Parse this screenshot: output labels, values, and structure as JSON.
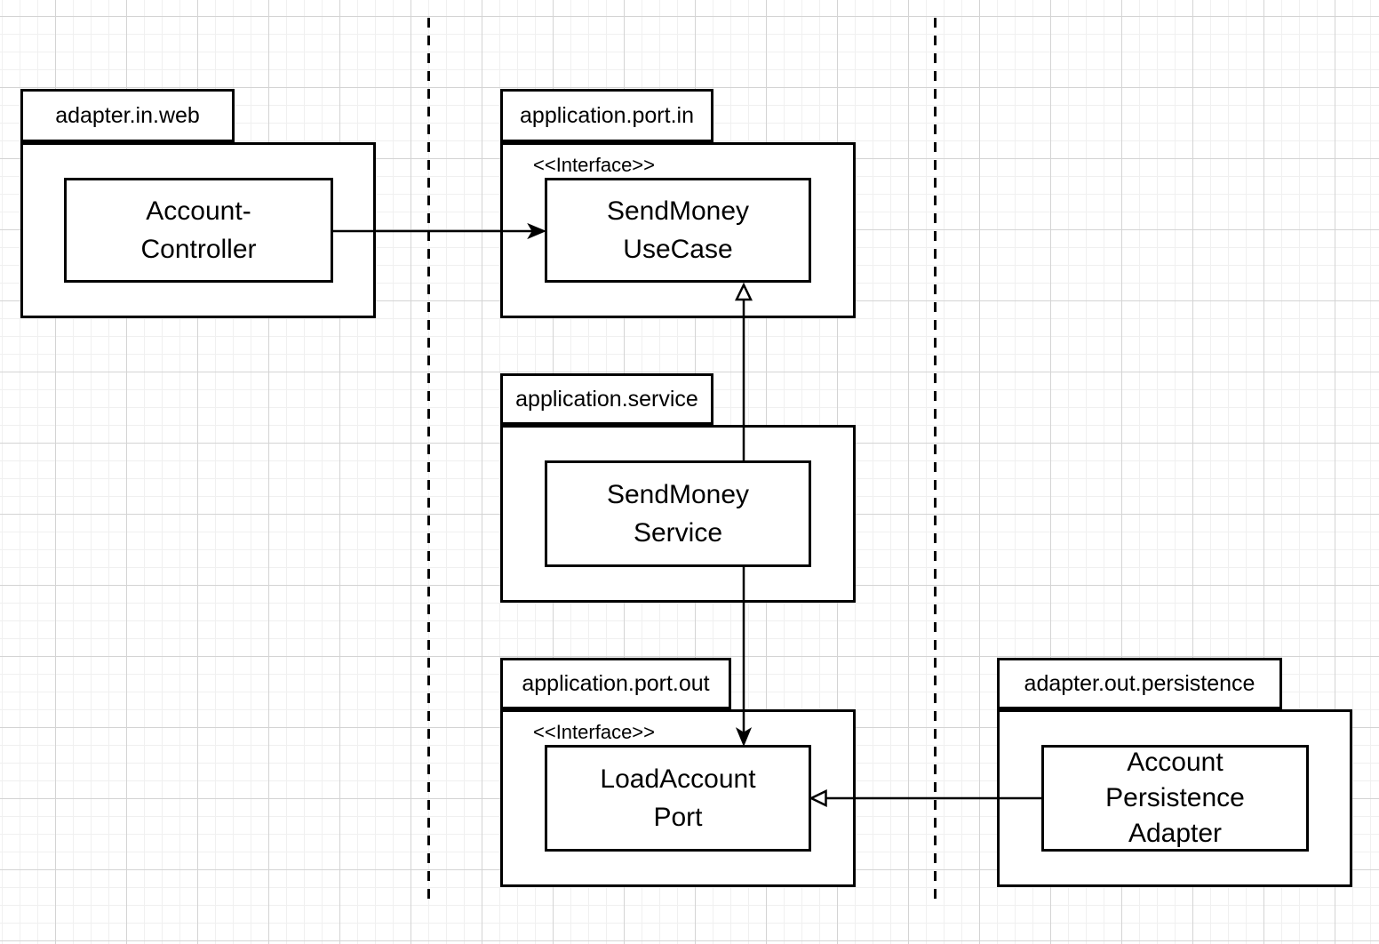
{
  "canvas": {
    "background": "#ffffff",
    "grid_minor_color": "#f0f0f0",
    "grid_major_color": "#d4d4d4",
    "line_color": "#000000"
  },
  "boundaries": [
    {
      "name": "left-layer-boundary",
      "style": "dashed-vertical"
    },
    {
      "name": "right-layer-boundary",
      "style": "dashed-vertical"
    }
  ],
  "packages": [
    {
      "label": "adapter.in.web",
      "node": {
        "line1": "Account-",
        "line2": "Controller"
      }
    },
    {
      "label": "application.port.in",
      "stereotype": "<<Interface>>",
      "node": {
        "line1": "SendMoney",
        "line2": "UseCase"
      }
    },
    {
      "label": "application.service",
      "node": {
        "line1": "SendMoney",
        "line2": "Service"
      }
    },
    {
      "label": "application.port.out",
      "stereotype": "<<Interface>>",
      "node": {
        "line1": "LoadAccount",
        "line2": "Port"
      }
    },
    {
      "label": "adapter.out.persistence",
      "node": {
        "line1": "Account",
        "line2": "Persistence",
        "line3": "Adapter"
      }
    }
  ],
  "edges": [
    {
      "from": "Account-Controller",
      "to": "SendMoneyUseCase",
      "type": "dependency",
      "arrowhead": "filled",
      "direction": "right"
    },
    {
      "from": "SendMoneyService",
      "to": "SendMoneyUseCase",
      "type": "realization",
      "arrowhead": "hollow-triangle",
      "direction": "up"
    },
    {
      "from": "SendMoneyService",
      "to": "LoadAccountPort",
      "type": "dependency",
      "arrowhead": "filled",
      "direction": "down"
    },
    {
      "from": "AccountPersistenceAdapter",
      "to": "LoadAccountPort",
      "type": "realization",
      "arrowhead": "hollow-triangle",
      "direction": "left"
    }
  ]
}
